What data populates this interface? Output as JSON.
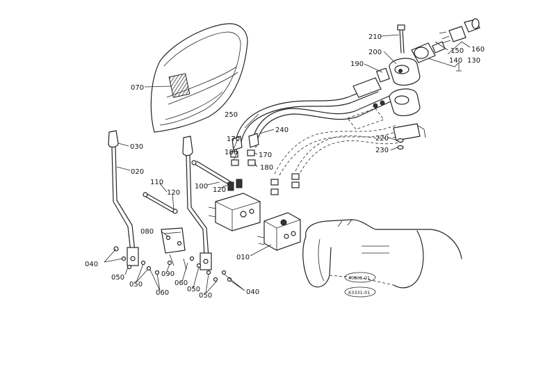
{
  "callouts": {
    "p010": "010",
    "p020": "020",
    "p030": "030",
    "p040a": "040",
    "p040b": "040",
    "p050a": "050",
    "p050b": "050",
    "p050c": "050",
    "p050d": "050",
    "p060a": "060",
    "p060b": "060",
    "p070": "070",
    "p080": "080",
    "p090": "090",
    "p100": "100",
    "p110": "110",
    "p120a": "120",
    "p120b": "120",
    "p130": "130",
    "p140": "140",
    "p150": "150",
    "p160": "160",
    "p170a": "170",
    "p170b": "170",
    "p180a": "180",
    "p180b": "180",
    "p190": "190",
    "p200": "200",
    "p210": "210",
    "p220": "220",
    "p230": "230",
    "p240": "240",
    "p250": "250"
  },
  "stamps": {
    "code1": "40805-01",
    "code2": "K3331-01"
  }
}
